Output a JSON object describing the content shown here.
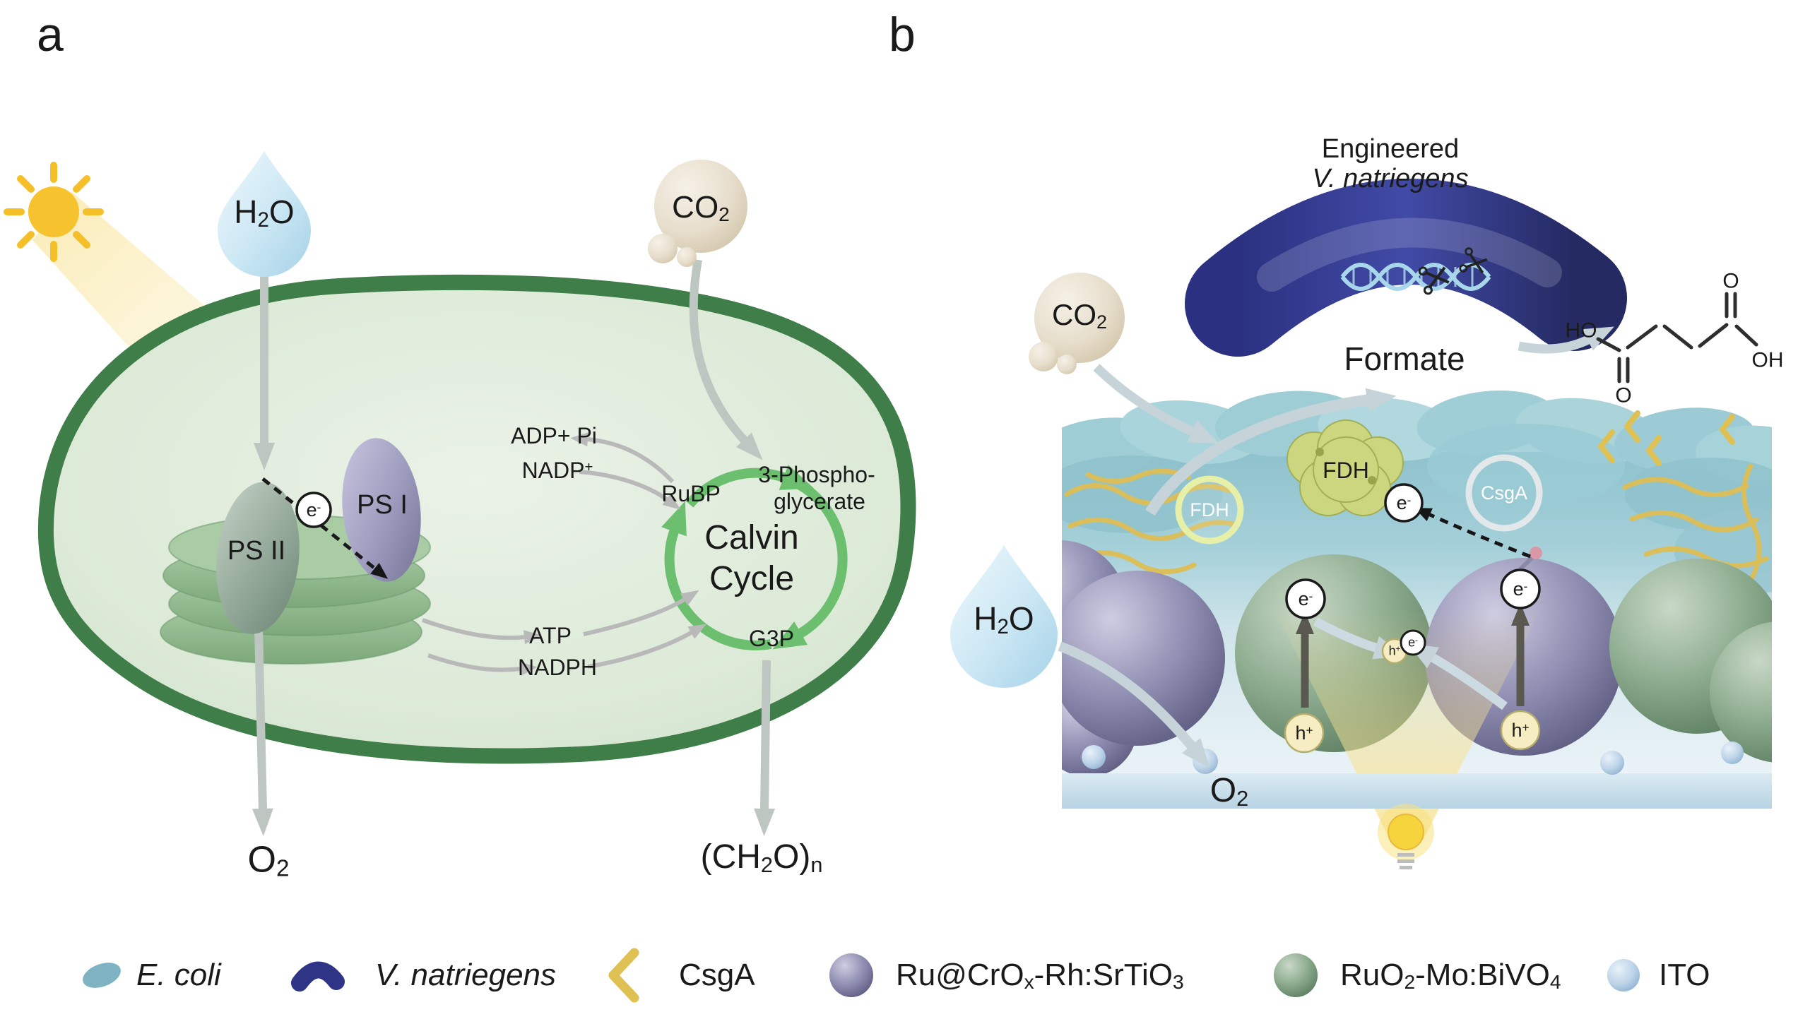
{
  "symbols": {
    "electron": "e^-",
    "hole": "h^+"
  },
  "panel_a": {
    "label": "a",
    "water": "H_2O",
    "co2": "CO_2",
    "ps2": "PS II",
    "ps1": "PS I",
    "adp": "ADP+ Pi",
    "nadp": "NADP^+",
    "rubp": "RuBP",
    "pg_line1": "3-Phospho-",
    "pg_line2": "glycerate",
    "calvin_line1": "Calvin",
    "calvin_line2": "Cycle",
    "g3p": "G3P",
    "atp": "ATP",
    "nadph": "NADPH",
    "o2": "O_2",
    "carbohydrate": "(CH_2O)_n"
  },
  "panel_b": {
    "label": "b",
    "engineered_line1": "Engineered",
    "engineered_line2": "V. natriegens",
    "co2": "CO_2",
    "formate": "Formate",
    "chem": {
      "ho": "HO",
      "o_top": "O",
      "o_bottom": "O",
      "oh": "OH"
    },
    "fdh_enzyme": "FDH",
    "fdh_plasmid": "FDH",
    "csga_plasmid": "CsgA",
    "water": "H_2O",
    "o2": "O_2"
  },
  "legend": {
    "e_coli": "E. coli",
    "v_natriegens": "V. natriegens",
    "csga": "CsgA",
    "catalyst_purple": "Ru@CrO_x-Rh:SrTiO_3",
    "catalyst_green": "RuO_2-Mo:BiVO_4",
    "ito": "ITO"
  },
  "colors": {
    "cell_border_green": "#3f7d49",
    "calvin_green": "#6cbf6e",
    "water_blue": "#a5d2e8",
    "co2_tan": "#d2c5a9",
    "bacterium_navy": "#2b3180",
    "biofilm_teal": "#8fc2cd",
    "curli_gold": "#dfc153",
    "sphere_purple": "#908eb2",
    "sphere_green": "#8cab8e",
    "ito_blue": "#b7d3e3",
    "light_yellow": "#f6d43e",
    "arrow_gray": "#bdc6c1"
  }
}
